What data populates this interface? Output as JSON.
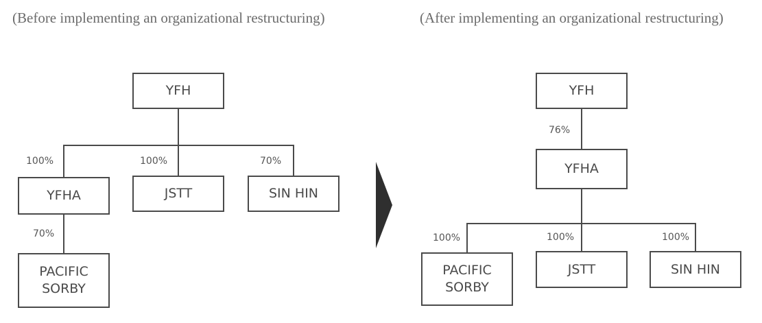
{
  "captions": {
    "before": "(Before implementing an organizational restructuring)",
    "after": "(After implementing an organizational restructuring)"
  },
  "before": {
    "nodes": {
      "yfh": "YFH",
      "yfha": "YFHA",
      "jstt": "JSTT",
      "sin_hin": "SIN HIN",
      "pacific_sorby": "PACIFIC\nSORBY"
    },
    "edges": {
      "yfh_yfha": "100%",
      "yfh_jstt": "100%",
      "yfh_sin_hin": "70%",
      "yfha_pacific_sorby": "70%"
    }
  },
  "after": {
    "nodes": {
      "yfh": "YFH",
      "yfha": "YFHA",
      "pacific_sorby": "PACIFIC\nSORBY",
      "jstt": "JSTT",
      "sin_hin": "SIN HIN"
    },
    "edges": {
      "yfh_yfha": "76%",
      "yfha_pacific_sorby": "100%",
      "yfha_jstt": "100%",
      "yfha_sin_hin": "100%"
    }
  },
  "colors": {
    "box_border": "#4a4a4a",
    "arrow": "#2f2f2f",
    "caption": "#6b6b6b"
  }
}
